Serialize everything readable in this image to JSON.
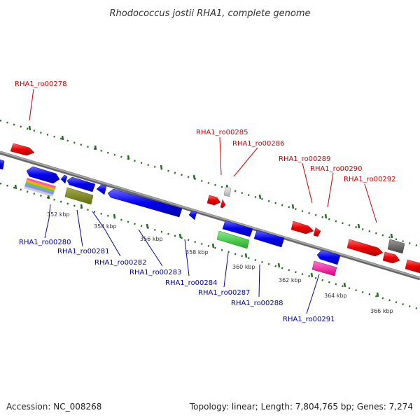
{
  "title": "Rhodococcus jostii RHA1, complete genome",
  "footer": {
    "accession": "Accession: NC_008268",
    "summary": "Topology: linear; Length: 7,804,765 bp; Genes: 7,274"
  },
  "colors": {
    "top_strand": "#ff0000",
    "bottom_strand": "#0000ff",
    "top_label": "#cc0000",
    "bottom_label": "#0000aa",
    "backbone": "#808080",
    "tick_marks": "#207020"
  },
  "ticks": [
    "352 kbp",
    "354 kbp",
    "356 kbp",
    "358 kbp",
    "360 kbp",
    "362 kbp",
    "364 kbp",
    "366 kbp"
  ],
  "genes_top": [
    "RHA1_ro00278",
    "RHA1_ro00285",
    "RHA1_ro00286",
    "RHA1_ro00289",
    "RHA1_ro00290",
    "RHA1_ro00292"
  ],
  "genes_bottom": [
    "RHA1_ro00280",
    "RHA1_ro00281",
    "RHA1_ro00282",
    "RHA1_ro00283",
    "RHA1_ro00284",
    "RHA1_ro00287",
    "RHA1_ro00288",
    "RHA1_ro00291"
  ]
}
